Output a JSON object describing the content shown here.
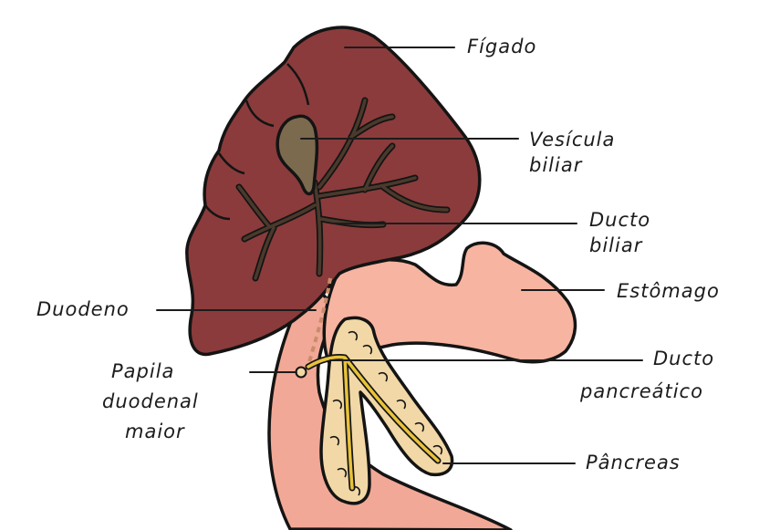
{
  "labels": {
    "figado": "Fígado",
    "vesicula_1": "Vesícula",
    "vesicula_2": "biliar",
    "ducto_biliar_1": "Ducto",
    "ducto_biliar_2": "biliar",
    "estomago": "Estômago",
    "duodeno": "Duodeno",
    "papila_1": "Papila",
    "papila_2": "duodenal",
    "papila_3": "maior",
    "ducto_pancreatico_1": "Ducto",
    "ducto_pancreatico_2": "pancreático",
    "pancreas": "Pâncreas"
  },
  "colors": {
    "liver": "#8b3b3b",
    "gallbladder": "#7b6a4e",
    "bile_duct": "#4a3a2c",
    "stomach": "#f7b4a0",
    "duodenum": "#f2a896",
    "pancreas": "#f1d8a6",
    "pancreatic_duct": "#e8c23a",
    "outline": "#141414"
  }
}
